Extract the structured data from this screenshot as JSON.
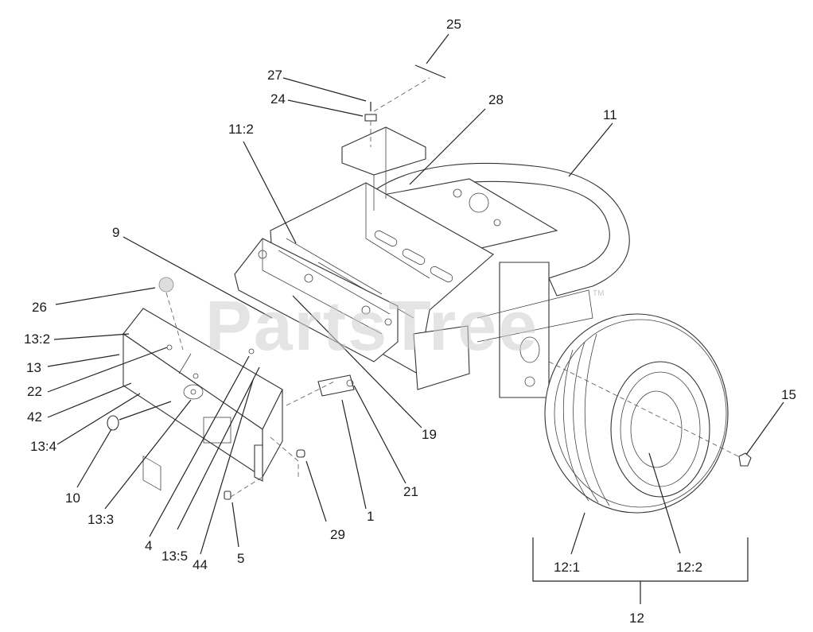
{
  "watermark": {
    "text": "PartsTree",
    "tm": "TM"
  },
  "callouts": [
    {
      "id": "25",
      "text": "25"
    },
    {
      "id": "27",
      "text": "27"
    },
    {
      "id": "24",
      "text": "24"
    },
    {
      "id": "28",
      "text": "28"
    },
    {
      "id": "11",
      "text": "11"
    },
    {
      "id": "11:2",
      "text": "11:2"
    },
    {
      "id": "9",
      "text": "9"
    },
    {
      "id": "26",
      "text": "26"
    },
    {
      "id": "13:2",
      "text": "13:2"
    },
    {
      "id": "13",
      "text": "13"
    },
    {
      "id": "22",
      "text": "22"
    },
    {
      "id": "42",
      "text": "42"
    },
    {
      "id": "13:4",
      "text": "13:4"
    },
    {
      "id": "10",
      "text": "10"
    },
    {
      "id": "13:3",
      "text": "13:3"
    },
    {
      "id": "4",
      "text": "4"
    },
    {
      "id": "13:5",
      "text": "13:5"
    },
    {
      "id": "44",
      "text": "44"
    },
    {
      "id": "5",
      "text": "5"
    },
    {
      "id": "29",
      "text": "29"
    },
    {
      "id": "1",
      "text": "1"
    },
    {
      "id": "21",
      "text": "21"
    },
    {
      "id": "19",
      "text": "19"
    },
    {
      "id": "15",
      "text": "15"
    },
    {
      "id": "12:1",
      "text": "12:1"
    },
    {
      "id": "12:2",
      "text": "12:2"
    },
    {
      "id": "12",
      "text": "12"
    }
  ]
}
